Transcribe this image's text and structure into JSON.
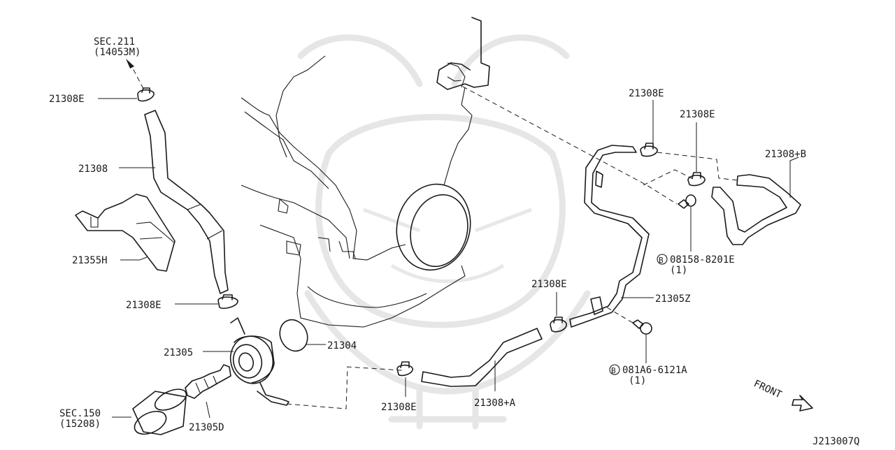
{
  "diagram_id": "J213007Q",
  "front_label": "FRONT",
  "refs": {
    "sec211": "SEC.211",
    "sec211_part": "(14053M)",
    "sec150": "SEC.150",
    "sec150_part": "(15208)"
  },
  "parts": {
    "hose_21308": "21308",
    "hose_21308_a": "21308+A",
    "hose_21308_b": "21308+B",
    "clamp_e_top_left": "21308E",
    "clamp_e_mid_left": "21308E",
    "clamp_e_bottom": "21308E",
    "clamp_e_center": "21308E",
    "clamp_e_top_right_1": "21308E",
    "clamp_e_top_right_2": "21308E",
    "bracket_21355h": "21355H",
    "oil_cooler_21305": "21305",
    "connector_21305d": "21305D",
    "pipe_21305z": "21305Z",
    "gasket_21304": "21304"
  },
  "bolts": [
    {
      "marker": "B",
      "part": "08158-8201E",
      "qty": "(1)"
    },
    {
      "marker": "B",
      "part": "081A6-6121A",
      "qty": "(1)"
    }
  ]
}
